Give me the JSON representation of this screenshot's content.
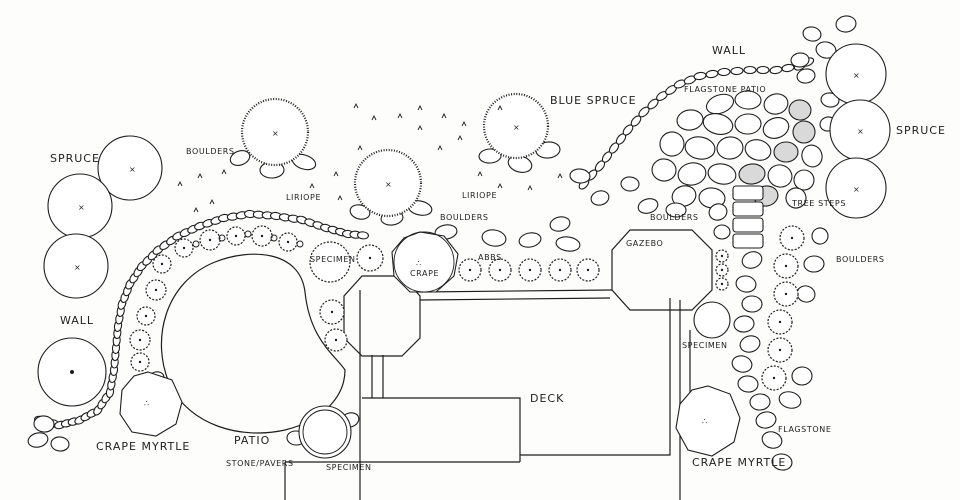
{
  "labels": {
    "wall_top": "Wall",
    "flagstone_patio": "Flagstone Patio",
    "spruce_right": "Spruce",
    "spruce_left": "Spruce",
    "boulders_top": "Boulders",
    "liriope_left": "Liriope",
    "blue_spruce": "Blue Spruce",
    "liriope_mid": "Liriope",
    "boulders_mid": "Boulders",
    "specimen_left": "Specimen",
    "crape_center": "Crape",
    "abbs": "Abbs",
    "gazebo": "Gazebo",
    "boulders_gazebo": "Boulders",
    "tree_steps": "Tree Steps",
    "boulders_right": "Boulders",
    "wall_left": "Wall",
    "specimen_right": "Specimen",
    "deck": "Deck",
    "flagstone_right": "Flagstone",
    "crape_myrtle_left": "Crape Myrtle",
    "patio": "Patio",
    "patio_sub": "Stone/Pavers",
    "specimen_bottom": "Specimen",
    "crape_myrtle_right": "Crape Myrtle"
  }
}
